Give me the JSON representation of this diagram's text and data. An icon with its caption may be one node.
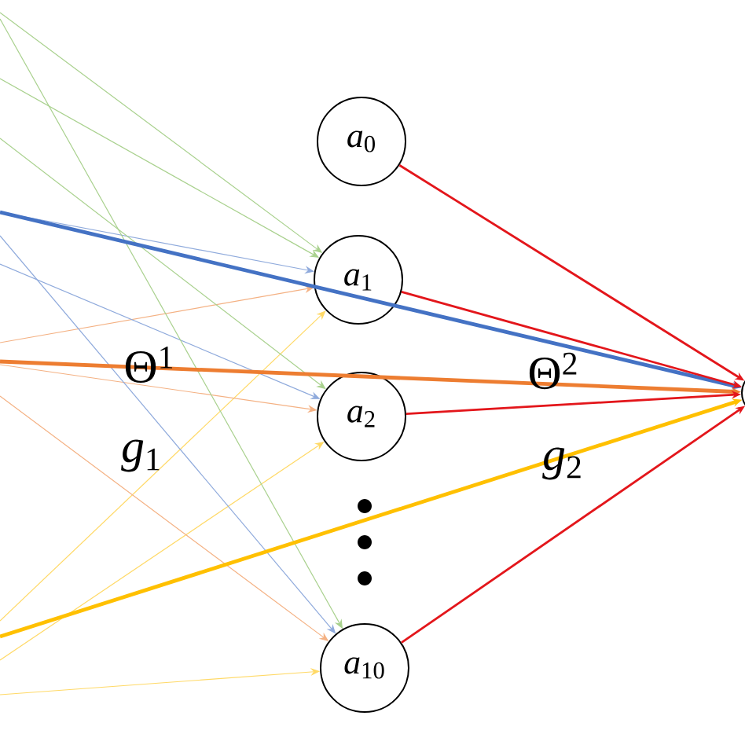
{
  "diagram": {
    "nodes": [
      {
        "text": [
          "*a*$_{0}$"
        ]
      },
      {
        "text": [
          "*a*$_{1}$"
        ]
      },
      {
        "text": [
          "*a*$_{2}$"
        ]
      },
      {
        "text": [
          "*a*$_{10}$"
        ]
      },
      {
        "text": [],
        "shape": "circle"
      }
    ],
    "edges": [
      {
        "from": null,
        "to": 1,
        "arrow": "to",
        "color": "#a9d18e"
      },
      {
        "from": null,
        "to": 1,
        "arrow": "to",
        "color": "#a9d18e"
      },
      {
        "from": null,
        "to": 1,
        "arrow": "to",
        "color": "#8faadc"
      },
      {
        "from": null,
        "to": 1,
        "arrow": "to",
        "color": "#f4b183"
      },
      {
        "from": null,
        "to": 1,
        "arrow": "to",
        "color": "#ffd966"
      },
      {
        "from": null,
        "to": 2,
        "arrow": "to",
        "color": "#a9d18e"
      },
      {
        "from": null,
        "to": 2,
        "arrow": "to",
        "color": "#8faadc"
      },
      {
        "from": null,
        "to": 2,
        "arrow": "to",
        "color": "#f4b183"
      },
      {
        "from": null,
        "to": 2,
        "arrow": "to",
        "color": "#ffd966"
      },
      {
        "from": null,
        "to": 3,
        "arrow": "to",
        "color": "#a9d18e"
      },
      {
        "from": null,
        "to": 3,
        "arrow": "to",
        "color": "#8faadc"
      },
      {
        "from": null,
        "to": 3,
        "arrow": "to",
        "color": "#f4b183"
      },
      {
        "from": null,
        "to": 3,
        "arrow": "to",
        "color": "#ffd966"
      },
      {
        "from": null,
        "to": 4,
        "arrow": "to",
        "style": "thick",
        "color": "#4472c4"
      },
      {
        "from": null,
        "to": 4,
        "arrow": "to",
        "style": "thick",
        "color": "#ed7d31"
      },
      {
        "from": null,
        "to": 4,
        "arrow": "to",
        "style": "thick",
        "color": "#ffc000"
      },
      {
        "from": 0,
        "to": 4,
        "arrow": "to",
        "color": "#e3161b"
      },
      {
        "from": 1,
        "to": 4,
        "arrow": "to",
        "color": "#e3161b"
      },
      {
        "from": 2,
        "to": 4,
        "arrow": "to",
        "color": "#e3161b"
      },
      {
        "from": 3,
        "to": 4,
        "arrow": "to",
        "color": "#e3161b"
      }
    ],
    "labels": [
      "Θ$^{1}$",
      "*g*$_{1}$",
      "Θ$^{2}$",
      "*g*$_{2}$"
    ]
  }
}
